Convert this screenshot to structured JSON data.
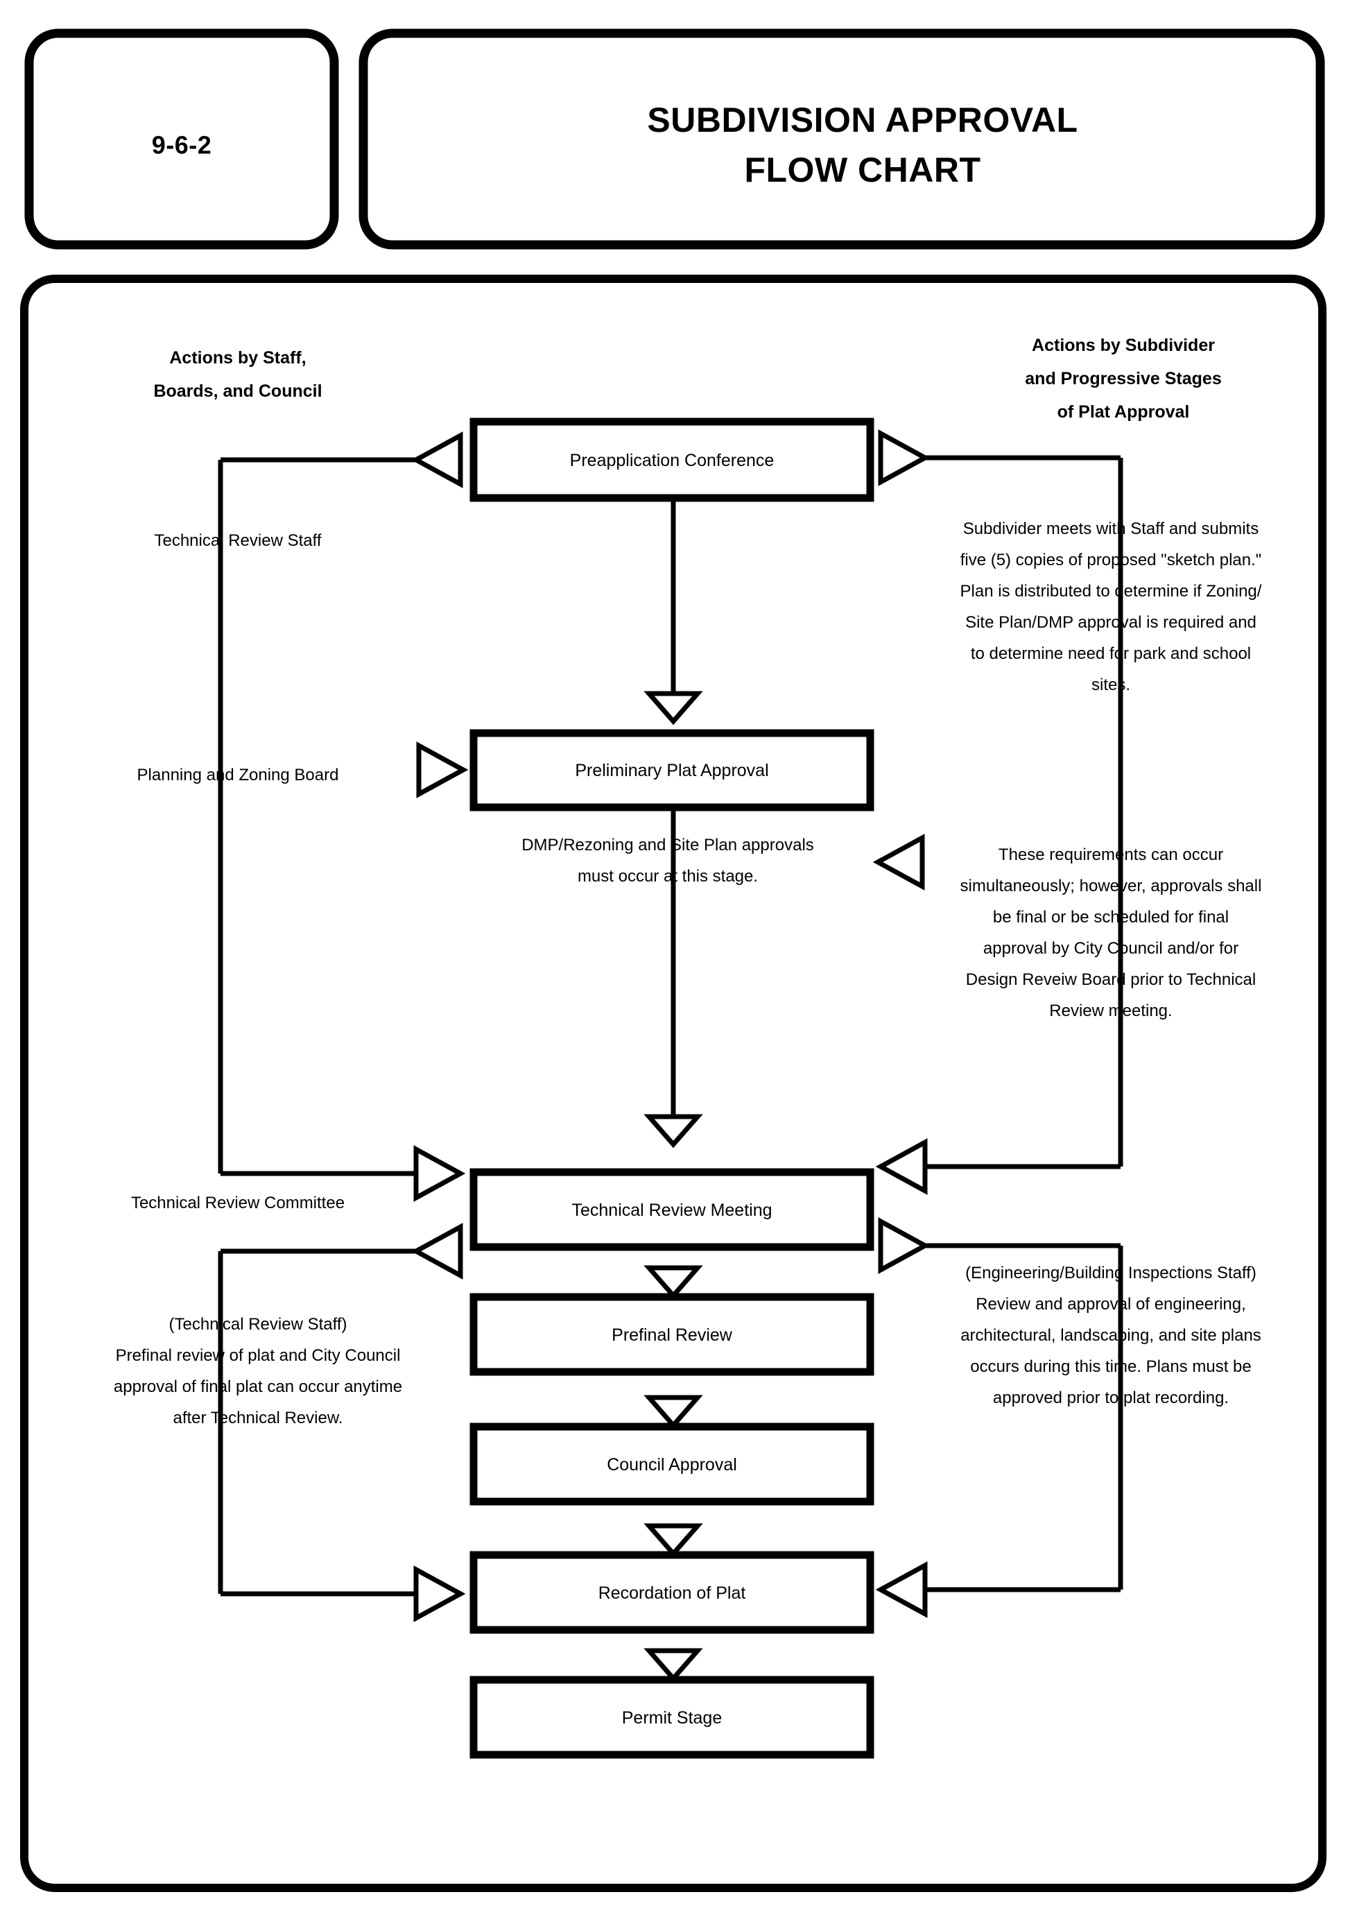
{
  "header": {
    "section_number": "9-6-2",
    "title_line1": "SUBDIVISION APPROVAL",
    "title_line2": "FLOW CHART"
  },
  "columns": {
    "left_heading_line1": "Actions by Staff,",
    "left_heading_line2": "Boards, and Council",
    "right_heading_line1": "Actions by Subdivider",
    "right_heading_line2": "and Progressive Stages",
    "right_heading_line3": "of  Plat Approval"
  },
  "flow_boxes": [
    {
      "id": "preapplication-conference",
      "label": "Preapplication Conference"
    },
    {
      "id": "preliminary-plat-approval",
      "label": "Preliminary Plat Approval"
    },
    {
      "id": "technical-review-meeting",
      "label": "Technical Review Meeting"
    },
    {
      "id": "prefinal-review",
      "label": "Prefinal Review"
    },
    {
      "id": "council-approval",
      "label": "Council Approval"
    },
    {
      "id": "recordation-of-plat",
      "label": "Recordation of Plat"
    },
    {
      "id": "permit-stage",
      "label": "Permit Stage"
    }
  ],
  "left_labels": [
    {
      "id": "technical-review-staff",
      "text": "Technical Review Staff"
    },
    {
      "id": "planning-and-zoning-board",
      "text": "Planning and Zoning Board"
    },
    {
      "id": "technical-review-committee",
      "text": "Technical Review Committee"
    }
  ],
  "notes": {
    "preapplication_note": [
      "Subdivider meets with Staff and submits",
      "five (5) copies of proposed \"sketch plan.\"",
      "Plan is distributed to determine if Zoning/",
      "Site Plan/DMP approval is required and",
      "to determine need for park and school",
      "sites."
    ],
    "preliminary_plat_note": [
      "DMP/Rezoning and Site Plan approvals",
      "must occur at this stage."
    ],
    "requirements_note": [
      "These requirements can occur",
      "simultaneously; however, approvals shall",
      "be final or be scheduled for final",
      "approval by City Council and/or for",
      "Design Reveiw Board prior to Technical",
      "Review meeting."
    ],
    "technical_review_staff_note": [
      "(Technical Review Staff)",
      "Prefinal review of plat and City Council",
      "approval of final plat can occur anytime",
      "after Technical Review."
    ],
    "engineering_note": [
      "(Engineering/Building Inspections Staff)",
      "Review and approval of engineering,",
      "architectural, landscaping, and site plans",
      "occurs during this time.  Plans must be",
      "approved prior to plat recording."
    ]
  },
  "colors": {
    "ink": "#000000",
    "paper": "#ffffff"
  }
}
